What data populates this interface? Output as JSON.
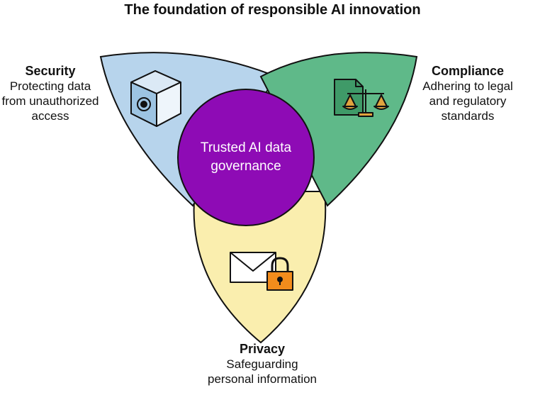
{
  "title": "The foundation of responsible AI innovation",
  "center": {
    "line1": "Trusted AI data",
    "line2": "governance",
    "color": "#8e0bb5"
  },
  "petals": {
    "security": {
      "title": "Security",
      "desc": [
        "Protecting data",
        "from unauthorized",
        "access"
      ],
      "color": "#b7d4ec",
      "icon": "vault-safe-icon"
    },
    "compliance": {
      "title": "Compliance",
      "desc": [
        "Adhering to legal",
        "and regulatory",
        "standards"
      ],
      "color": "#5fb989",
      "icon": "document-scales-icon"
    },
    "privacy": {
      "title": "Privacy",
      "desc": [
        "Safeguarding",
        "personal information"
      ],
      "color": "#faeeae",
      "icon": "locked-envelope-icon"
    }
  }
}
